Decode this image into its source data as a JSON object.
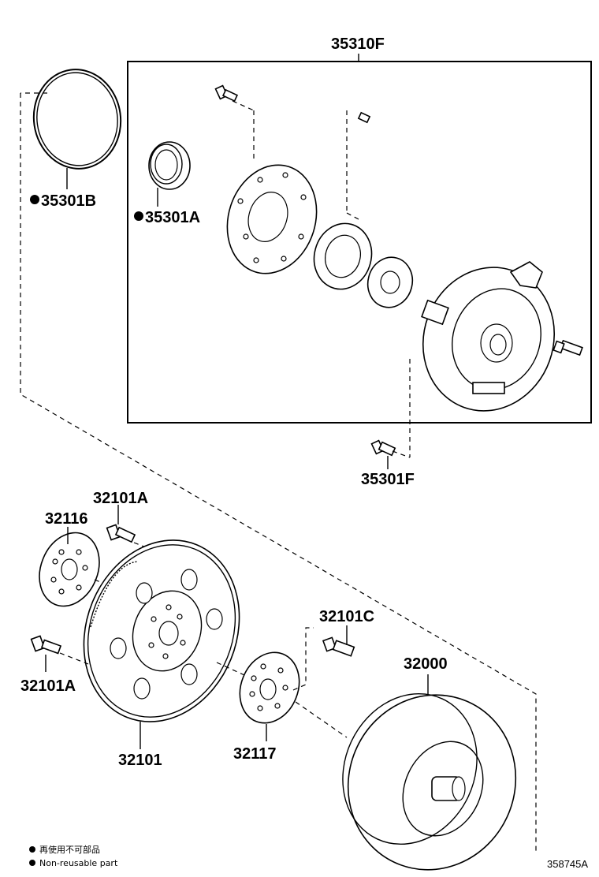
{
  "labels": {
    "pump_assy": "35310F",
    "o_ring": "35301B",
    "oil_seal": "35301A",
    "pump_bolt": "35301F",
    "drive_plate_bolt_top": "32101A",
    "spacer_front": "32116",
    "drive_plate_bolt_left": "32101A",
    "drive_plate": "32101",
    "spacer_rear": "32117",
    "converter_bolt": "32101C",
    "torque_converter": "32000"
  },
  "legend": {
    "line1": "再使用不可部品",
    "line2": "Non-reusable part"
  },
  "figure_id": "358745A"
}
